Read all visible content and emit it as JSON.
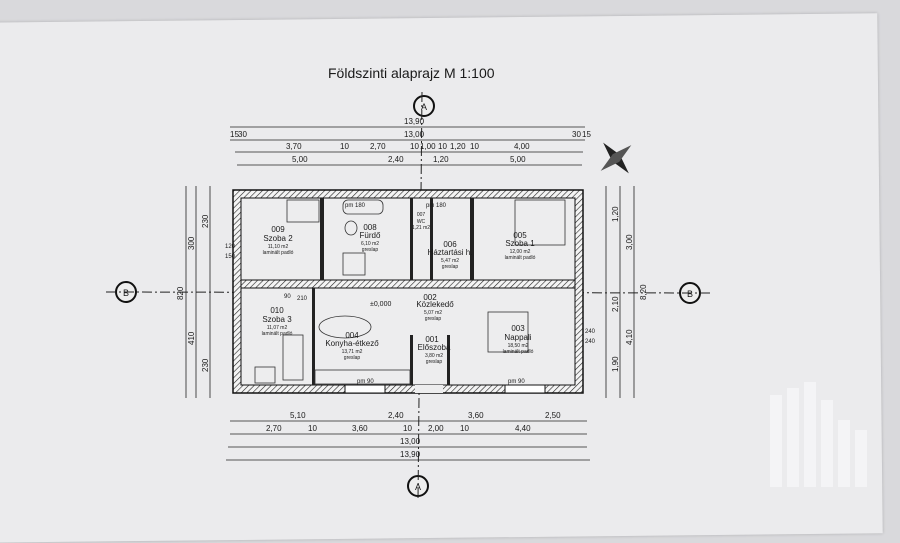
{
  "title": "Földszinti alaprajz M 1:100",
  "section_marks": {
    "a": "A",
    "b": "B"
  },
  "level": "±0,000",
  "rooms": [
    {
      "num": "009",
      "name": "Szoba 2",
      "area": "11,10 m2",
      "floor": "laminált padló"
    },
    {
      "num": "008",
      "name": "Fürdő",
      "area": "6,10 m2",
      "floor": "greslap"
    },
    {
      "num": "007",
      "name": "WC",
      "area": "1,21 m2",
      "floor": ""
    },
    {
      "num": "006",
      "name": "Háztartási h.",
      "area": "5,47 m2",
      "floor": "greslap"
    },
    {
      "num": "005",
      "name": "Szoba 1",
      "area": "12,00 m2",
      "floor": "laminált padló"
    },
    {
      "num": "010",
      "name": "Szoba 3",
      "area": "11,07 m2",
      "floor": "laminált padló"
    },
    {
      "num": "004",
      "name": "Konyha-étkező",
      "area": "13,71 m2",
      "floor": "greslap"
    },
    {
      "num": "002",
      "name": "Közlekedő",
      "area": "5,07 m2",
      "floor": "greslap"
    },
    {
      "num": "001",
      "name": "Előszoba",
      "area": "3,80 m2",
      "floor": "greslap"
    },
    {
      "num": "003",
      "name": "Nappali",
      "area": "18,50 m2",
      "floor": "laminált padló"
    }
  ],
  "dims_top": {
    "total_outer": "13,90",
    "total": "13,00",
    "row3": [
      "3,70",
      "10",
      "2,70",
      "10",
      "1,00",
      "10",
      "1,20",
      "10",
      "4,00"
    ],
    "row4": [
      "5,00",
      "2,40",
      "1,20",
      "5,00"
    ],
    "edge": [
      "15",
      "30",
      "30",
      "15"
    ]
  },
  "dims_bottom": {
    "row1": [
      "5,10",
      "2,40",
      "3,60",
      "2,50"
    ],
    "row2": [
      "2,70",
      "10",
      "3,60",
      "10",
      "2,00",
      "10",
      "4,40"
    ],
    "total": "13,00",
    "total_outer": "13,90"
  },
  "dims_left": [
    "300",
    "410",
    "820",
    "230",
    "230"
  ],
  "dims_right": [
    "1,20",
    "3,00",
    "2,10",
    "4,10",
    "1,90",
    "8,20"
  ],
  "openings": {
    "pm180": "pm 180",
    "pm90": "pm 90",
    "p90": "90",
    "d210": "210",
    "d240": "240",
    "w120": "120",
    "w150": "150"
  }
}
